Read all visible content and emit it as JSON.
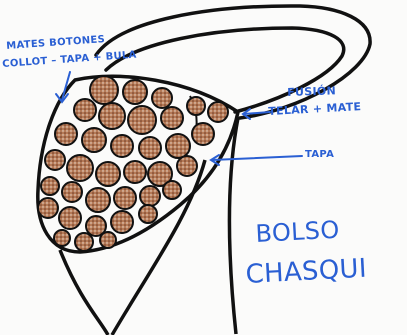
{
  "sketch": {
    "note_materials_line1": "MATES BOTONES",
    "note_materials_line2": "COLLOT – TAPA + BULA",
    "note_fusion_line1": "FUSIÓN",
    "note_fusion_line2": "TELAR + MATE",
    "note_tapa": "TAPA",
    "title_line1": "BOLSO",
    "title_line2": "CHASQUI"
  },
  "colors": {
    "ink": "#111111",
    "marker_blue": "#2a5fd3",
    "mate_fill": "#a86a4a",
    "mate_dots": "#5a2e1c"
  }
}
